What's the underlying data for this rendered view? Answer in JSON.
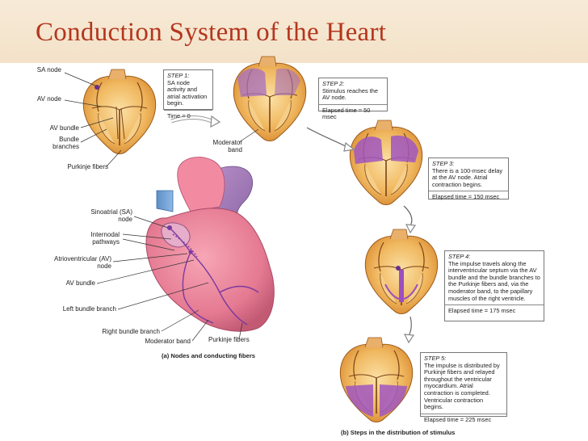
{
  "title": "Conduction System of the Heart",
  "labels_small": {
    "sa_node": "SA node",
    "av_node": "AV node",
    "av_bundle": "AV bundle",
    "bundle_branches": "Bundle branches",
    "purkinje_fibers": "Purkinje fibers",
    "moderator_band": "Moderator band"
  },
  "labels_large": {
    "sinoatrial": "Sinoatrial (SA) node",
    "internodal": "Internodal pathways",
    "atrioventricular": "Atrioventricular (AV) node",
    "av_bundle": "AV bundle",
    "left_bundle_branch": "Left bundle branch",
    "right_bundle_branch": "Right bundle branch",
    "moderator_band": "Moderator band",
    "purkinje_fibers": "Purkinje fibers"
  },
  "captions": {
    "a": "(a) Nodes and conducting fibers",
    "b": "(b) Steps in the distribution of stimulus"
  },
  "steps": [
    {
      "title": "STEP 1:",
      "text": "SA node activity and atrial activation begin.",
      "time": "Time = 0"
    },
    {
      "title": "STEP 2:",
      "text": "Stimulus reaches the AV node.",
      "time": "Elapsed time = 50 msec"
    },
    {
      "title": "STEP 3:",
      "text": "There is a 100-msec delay at the AV node. Atrial contraction begins.",
      "time": "Elapsed time = 150 msec"
    },
    {
      "title": "STEP 4:",
      "text": "The impulse travels along the interventricular septum via the AV bundle and the bundle branches to the Purkinje fibers and, via the moderator band, to the papillary muscles of the right ventricle.",
      "time": "Elapsed time = 175 msec"
    },
    {
      "title": "STEP 5:",
      "text": "The impulse is distributed by Purkinje fibers and relayed throughout the ventricular myocardium. Atrial contraction is completed. Ventricular contraction begins.",
      "time": "Elapsed time = 225 msec"
    }
  ]
}
